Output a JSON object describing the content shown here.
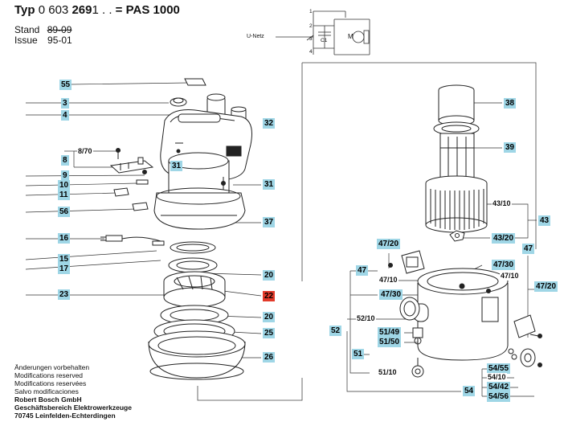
{
  "header": {
    "typ_label": "Typ",
    "part_number_prefix": "0 603",
    "part_number_bold": "269",
    "part_number_suffix": "1 . .",
    "equals": "=",
    "model": "PAS 1000",
    "stand_label": "Stand",
    "stand_value": "89-09",
    "issue_label": "Issue",
    "issue_value": "95-01"
  },
  "schematic": {
    "input_label": "U-Netz",
    "terminals": [
      "1",
      "2",
      "3",
      "4"
    ],
    "capacitor_label": "C1",
    "motor_label": "M"
  },
  "notes": {
    "lines": [
      "Änderungen vorbehalten",
      "Modifications reserved",
      "Modifications reservées",
      "Salvo modificaciones"
    ],
    "company": [
      "Robert Bosch GmbH",
      "Geschäftsbereich Elektrowerkzeuge",
      "70745 Leinfelden-Echterdingen"
    ]
  },
  "callouts": [
    {
      "id": "55",
      "label": "55"
    },
    {
      "id": "3",
      "label": "3"
    },
    {
      "id": "4",
      "label": "4"
    },
    {
      "id": "8",
      "label": "8"
    },
    {
      "id": "9",
      "label": "9"
    },
    {
      "id": "10",
      "label": "10"
    },
    {
      "id": "11",
      "label": "11"
    },
    {
      "id": "56",
      "label": "56"
    },
    {
      "id": "16",
      "label": "16"
    },
    {
      "id": "15",
      "label": "15"
    },
    {
      "id": "17",
      "label": "17"
    },
    {
      "id": "23",
      "label": "23"
    },
    {
      "id": "31a",
      "label": "31"
    },
    {
      "id": "32",
      "label": "32"
    },
    {
      "id": "31b",
      "label": "31"
    },
    {
      "id": "37",
      "label": "37"
    },
    {
      "id": "20a",
      "label": "20"
    },
    {
      "id": "22",
      "label": "22",
      "highlight": true
    },
    {
      "id": "20b",
      "label": "20"
    },
    {
      "id": "25",
      "label": "25"
    },
    {
      "id": "26",
      "label": "26"
    },
    {
      "id": "38",
      "label": "38"
    },
    {
      "id": "39",
      "label": "39"
    },
    {
      "id": "43",
      "label": "43"
    },
    {
      "id": "43/20",
      "label": "43/20"
    },
    {
      "id": "47/20a",
      "label": "47/20"
    },
    {
      "id": "47a",
      "label": "47"
    },
    {
      "id": "47/30a",
      "label": "47/30"
    },
    {
      "id": "47/30b",
      "label": "47/30"
    },
    {
      "id": "47b",
      "label": "47"
    },
    {
      "id": "47/20b",
      "label": "47/20"
    },
    {
      "id": "52",
      "label": "52"
    },
    {
      "id": "51/49",
      "label": "51/49"
    },
    {
      "id": "51/50",
      "label": "51/50"
    },
    {
      "id": "51",
      "label": "51"
    },
    {
      "id": "54/55",
      "label": "54/55"
    },
    {
      "id": "54/42",
      "label": "54/42"
    },
    {
      "id": "54/56",
      "label": "54/56"
    },
    {
      "id": "54",
      "label": "54"
    }
  ],
  "text_labels": [
    {
      "id": "8/70",
      "label": "8/70"
    },
    {
      "id": "43/10",
      "label": "43/10"
    },
    {
      "id": "47/10a",
      "label": "47/10"
    },
    {
      "id": "47/10b",
      "label": "47/10"
    },
    {
      "id": "52/10",
      "label": "52/10"
    },
    {
      "id": "51/10",
      "label": "51/10"
    },
    {
      "id": "54/10",
      "label": "54/10"
    }
  ],
  "accent_colors": {
    "callout": "#9fd6e6",
    "highlight": "#e23a2a"
  }
}
